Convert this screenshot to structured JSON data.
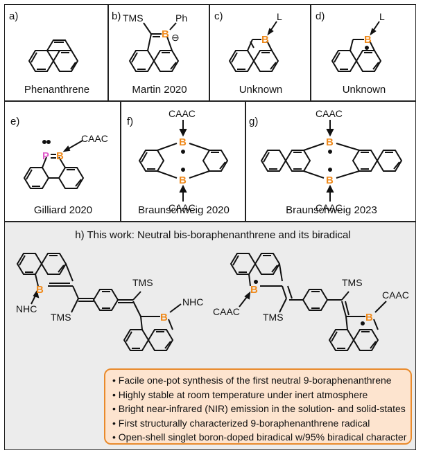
{
  "panel_letters": {
    "a": "a)",
    "b": "b)",
    "c": "c)",
    "d": "d)",
    "e": "e)",
    "f": "f)",
    "g": "g)"
  },
  "captions": {
    "a": "Phenanthrene",
    "b": "Martin 2020",
    "c": "Unknown",
    "d": "Unknown",
    "e": "Gilliard 2020",
    "f": "Braunschweig 2020",
    "g": "Braunschweig 2023"
  },
  "atoms": {
    "boron": "B",
    "phosphorus": "P",
    "tms": "TMS",
    "ph": "Ph",
    "ligand": "L",
    "caac": "CAAC",
    "nhc": "NHC",
    "minus": "⊖"
  },
  "section_h": {
    "title": "h) This work: Neutral bis-boraphenanthrene and its biradical"
  },
  "highlights": [
    "• Facile one-pot synthesis of the first neutral 9-boraphenanthrene",
    "• Highly stable at room temperature under inert atmosphere",
    "• Bright near-infrared (NIR) emission in the solution- and solid-states",
    "• First structurally characterized 9-boraphenanthrene radical",
    "• Open-shell singlet boron-doped biradical w/95% biradical character"
  ],
  "colors": {
    "boron": "#ef8a1c",
    "phosphorus": "#e05ac9",
    "box_fill": "#fde4cf",
    "box_border": "#e98a2b",
    "section_bg": "#ececec"
  }
}
